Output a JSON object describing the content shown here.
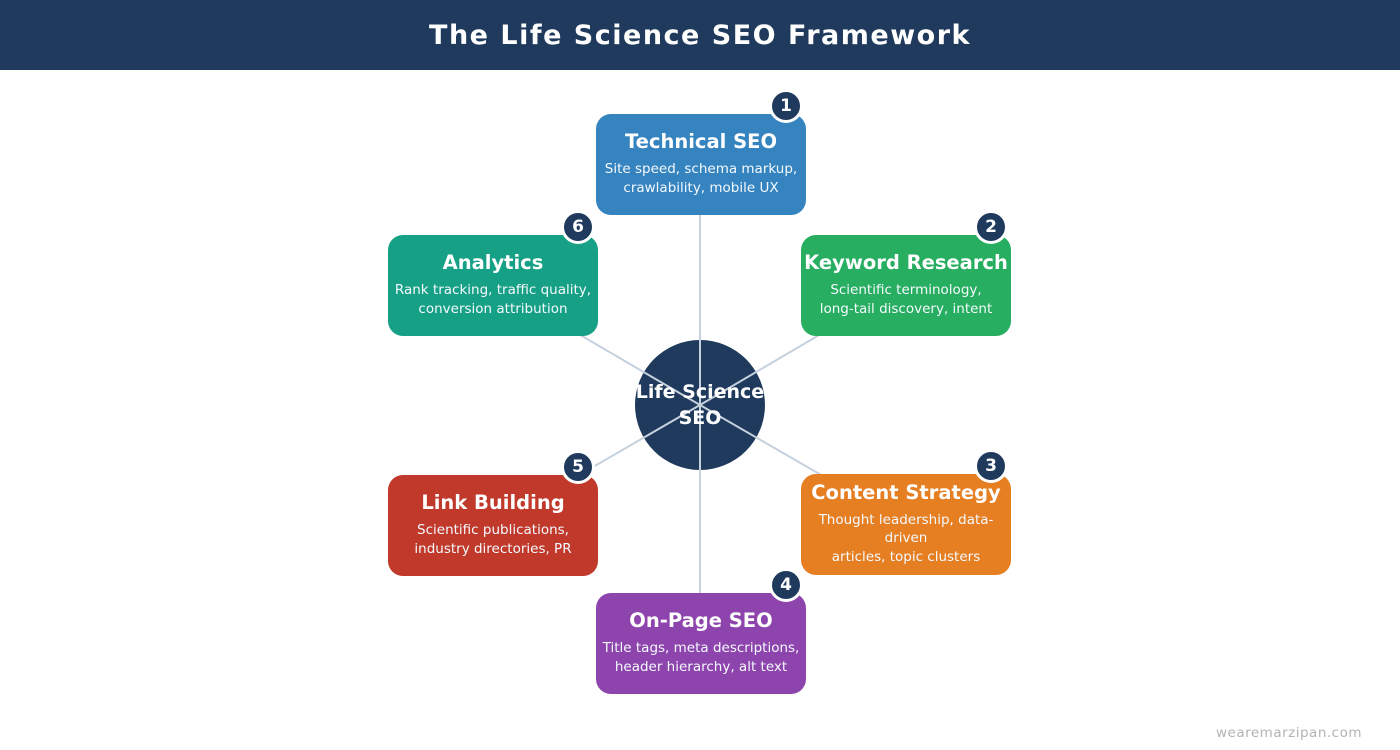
{
  "header": {
    "title": "The Life Science SEO Framework",
    "bg_color": "#1f3a5c"
  },
  "hub": {
    "line1": "Life Science",
    "line2": "SEO",
    "color": "#1f3a5c"
  },
  "spokes": [
    {
      "number": "1",
      "title": "Technical SEO",
      "description": "Site speed, schema markup,\ncrawlability, mobile UX",
      "color": "#3583bf"
    },
    {
      "number": "2",
      "title": "Keyword Research",
      "description": "Scientific terminology,\nlong-tail discovery, intent",
      "color": "#27ae60"
    },
    {
      "number": "3",
      "title": "Content Strategy",
      "description": "Thought leadership, data-driven\narticles, topic clusters",
      "color": "#e67e22"
    },
    {
      "number": "4",
      "title": "On-Page SEO",
      "description": "Title tags, meta descriptions,\nheader hierarchy, alt text",
      "color": "#8e44ad"
    },
    {
      "number": "5",
      "title": "Link Building",
      "description": "Scientific publications,\nindustry directories, PR",
      "color": "#c0392b"
    },
    {
      "number": "6",
      "title": "Analytics",
      "description": "Rank tracking, traffic quality,\nconversion attribution",
      "color": "#16a085"
    }
  ],
  "badge_color": "#1f3a5c",
  "connector_color": "#c6d1de",
  "footer": {
    "watermark": "wearemarzipan.com"
  }
}
